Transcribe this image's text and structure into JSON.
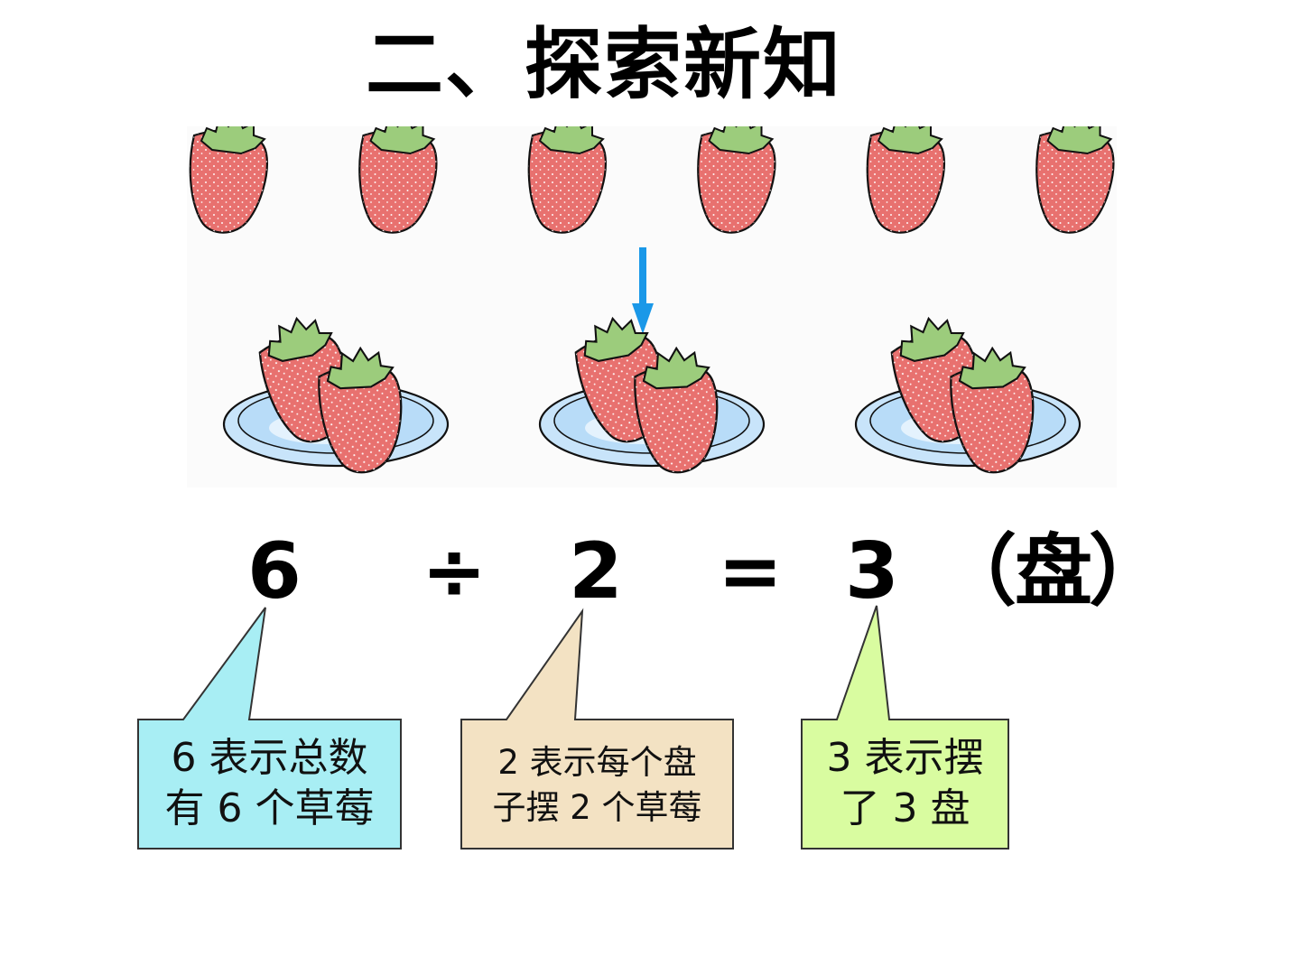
{
  "title": "二、探索新知",
  "colors": {
    "strawberry_fill": "#e8716f",
    "leaf_fill": "#9ccc7c",
    "plate_fill": "#b8dcf8",
    "arrow": "#1a98e8",
    "callout_1_fill": "#a8eef4",
    "callout_2_fill": "#f3e2c3",
    "callout_3_fill": "#d9fca0"
  },
  "icons": {
    "strawberry": "strawberry-icon",
    "plate": "plate-icon",
    "arrow": "down-arrow-icon"
  },
  "illustration": {
    "strawberry_count": 6,
    "plate_count": 3,
    "per_plate": 2
  },
  "equation": {
    "dividend": "6",
    "operator": "÷",
    "divisor": "2",
    "equals": "=",
    "quotient": "3",
    "open_paren": "（",
    "unit": "盘",
    "close_paren": "）"
  },
  "callouts": [
    {
      "line1": "6 表示总数",
      "line2": "有 6 个草莓"
    },
    {
      "line1": "2 表示每个盘",
      "line2": "子摆 2 个草莓"
    },
    {
      "line1": "3 表示摆",
      "line2": "了 3 盘"
    }
  ]
}
